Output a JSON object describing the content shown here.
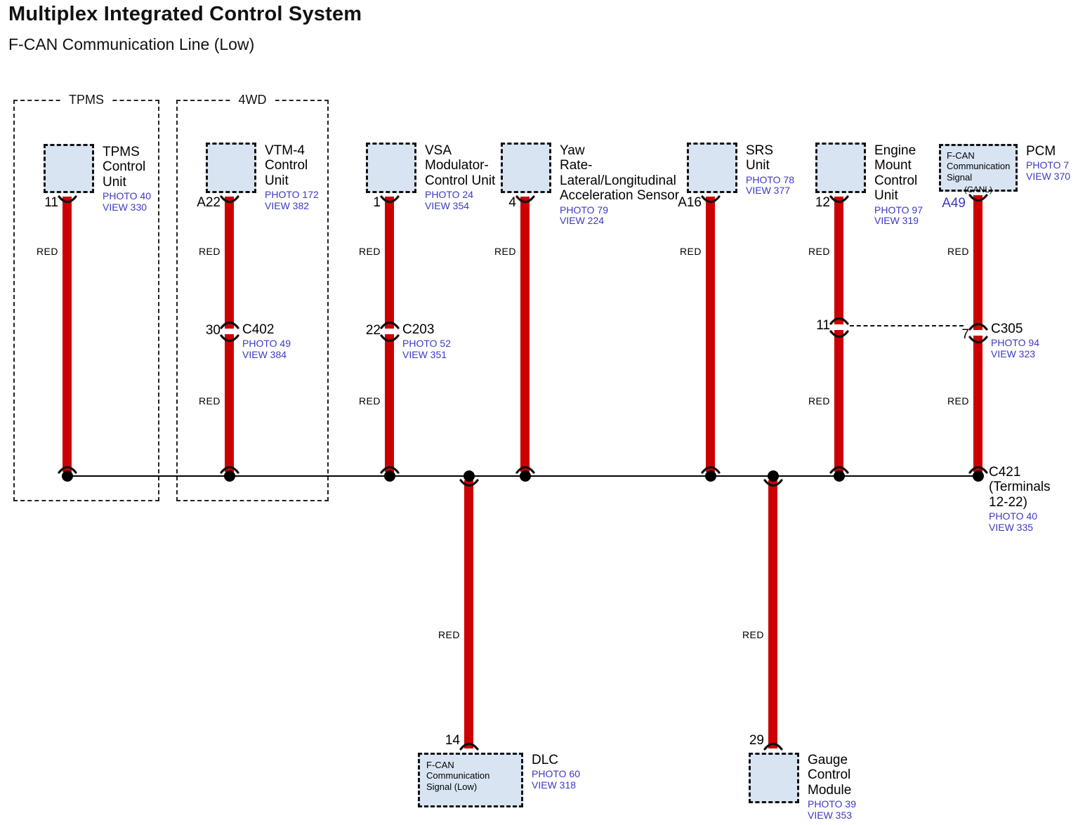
{
  "header": {
    "title": "Multiplex Integrated Control System",
    "subtitle": "F-CAN Communication Line (Low)"
  },
  "groups": {
    "tpms": "TPMS",
    "fourwd": "4WD"
  },
  "labels": {
    "wire_color": "RED"
  },
  "colors": {
    "wire_red": "#cc0000",
    "box_fill": "#d9e4f3",
    "ref_blue": "#3c38c3"
  },
  "components": {
    "tpms": {
      "name": "TPMS\nControl\nUnit",
      "photo": "PHOTO 40",
      "view": "VIEW 330",
      "pin": "11"
    },
    "vtm4": {
      "name": "VTM-4\nControl\nUnit",
      "photo": "PHOTO 172",
      "view": "VIEW 382",
      "pin": "A22"
    },
    "vsa": {
      "name": "VSA\nModulator-\nControl Unit",
      "photo": "PHOTO 24",
      "view": "VIEW 354",
      "pin": "1"
    },
    "yaw": {
      "name": "Yaw\nRate-\nLateral/Longitudinal\nAcceleration Sensor",
      "photo": "PHOTO 79",
      "view": "VIEW 224",
      "pin": "4"
    },
    "srs": {
      "name": "SRS\nUnit",
      "photo": "PHOTO 78",
      "view": "VIEW 377",
      "pin": "A16"
    },
    "engine_mount": {
      "name": "Engine\nMount\nControl\nUnit",
      "photo": "PHOTO 97",
      "view": "VIEW 319",
      "pin": "12"
    },
    "pcm": {
      "name": "PCM",
      "inner": "F-CAN\nCommunication\nSignal",
      "inner_sub": "(CANL)",
      "photo": "PHOTO 7",
      "view": "VIEW 370",
      "pin": "A49"
    },
    "dlc": {
      "name": "DLC",
      "inner": "F-CAN\nCommunication\nSignal (Low)",
      "photo": "PHOTO 60",
      "view": "VIEW 318",
      "pin": "14"
    },
    "gauge": {
      "name": "Gauge\nControl\nModule",
      "photo": "PHOTO 39",
      "view": "VIEW 353",
      "pin": "29"
    }
  },
  "connectors": {
    "c402": {
      "name": "C402",
      "pin": "30",
      "photo": "PHOTO 49",
      "view": "VIEW 384"
    },
    "c203": {
      "name": "C203",
      "pin": "22",
      "photo": "PHOTO 52",
      "view": "VIEW 351"
    },
    "c305": {
      "name": "C305",
      "pin_left": "11",
      "pin_right": "7",
      "photo": "PHOTO 94",
      "view": "VIEW 323"
    },
    "c421": {
      "name": "C421\n(Terminals\n12-22)",
      "photo": "PHOTO 40",
      "view": "VIEW 335"
    }
  }
}
